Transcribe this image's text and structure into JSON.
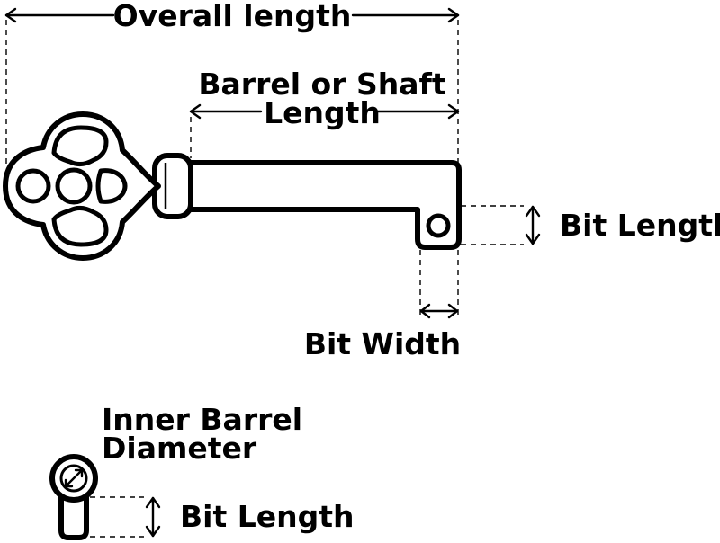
{
  "labels": {
    "overall_length": "Overall length",
    "barrel_length_line1": "Barrel or Shaft",
    "barrel_length_line2": "Length",
    "bit_length_main": "Bit Length",
    "bit_width": "Bit Width",
    "inner_barrel_line1": "Inner Barrel",
    "inner_barrel_line2": "Diameter",
    "bit_length_secondary": "Bit Length"
  },
  "icons": {
    "key": "skeleton-key-icon",
    "end_view": "key-end-view-icon"
  },
  "colors": {
    "ink": "#000000",
    "background": "#ffffff"
  }
}
